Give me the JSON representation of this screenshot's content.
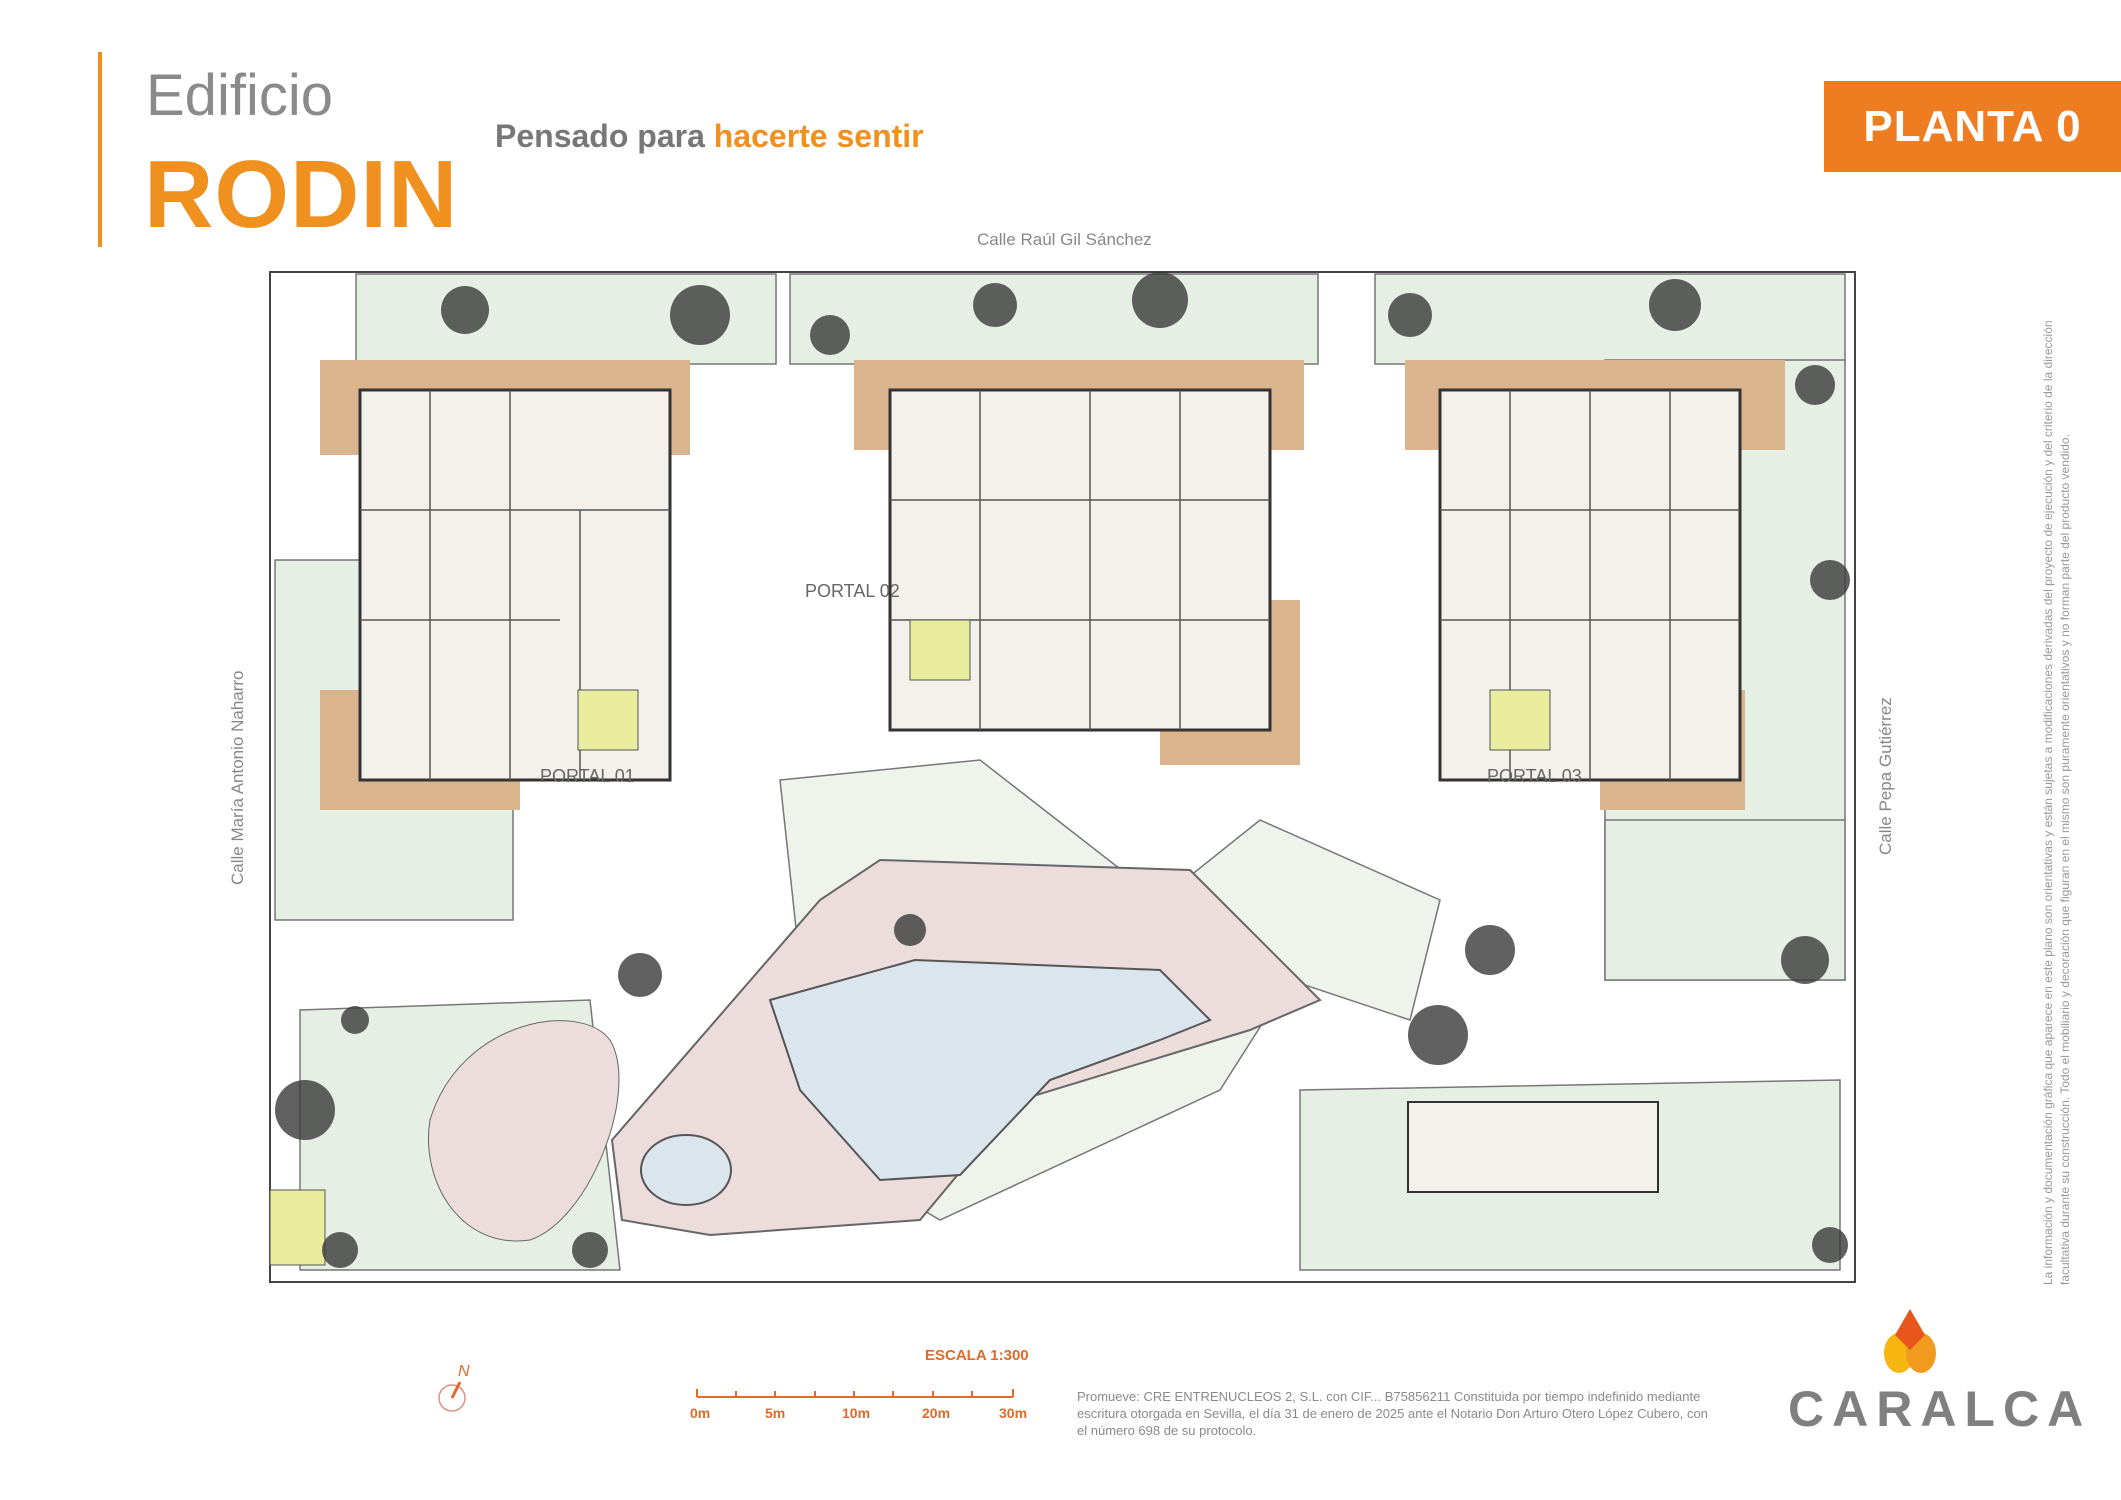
{
  "header": {
    "building_prefix": "Edificio",
    "building_name": "RODIN",
    "tagline_plain": "Pensado para ",
    "tagline_highlight": "hacerte sentir",
    "floor": "PLANTA 0"
  },
  "streets": {
    "north": "Calle Raúl Gil Sánchez",
    "west": "Calle María Antonio Naharro",
    "east": "Calle Pepa Gutiérrez"
  },
  "portals": [
    "PORTAL 01",
    "PORTAL 02",
    "PORTAL 03"
  ],
  "scale": {
    "title": "ESCALA 1:300",
    "labels": [
      "0m",
      "5m",
      "10m",
      "20m",
      "30m"
    ]
  },
  "compass": "N",
  "footer": "Promueve: CRE ENTRENUCLEOS 2, S.L. con CIF... B75856211 Constituida por tiempo indefinido mediante escritura otorgada en Sevilla, el día 31 de enero de 2025 ante el Notario Don Arturo Otero López Cubero, con el número 698 de su protocolo.",
  "disclaimer": "La información y documentación gráfica que aparece en este plano son orientativas y están sujetas a modificaciones derivadas del proyecto de ejecución y del criterio de la dirección facultativa durante su construcción. Todo el mobiliario y decoración que figuran en el mismo son puramente orientativos y no forman parte del producto vendido.",
  "logo": {
    "text": "CARALCA"
  },
  "colors": {
    "accent": "#ee7d22",
    "garden": "#e6efe4",
    "terrace": "#d9b48c",
    "pool_deck": "#ecdcdc",
    "water": "#dbe5ee"
  }
}
